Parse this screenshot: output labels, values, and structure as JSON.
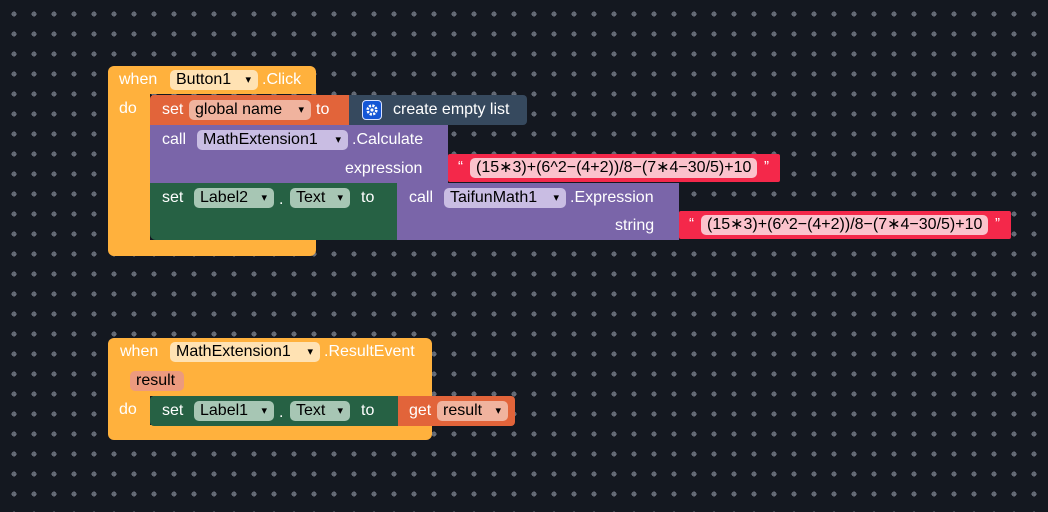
{
  "event1": {
    "when": "when",
    "component": "Button1",
    "event": ".Click",
    "do": "do",
    "set_global": {
      "set": "set",
      "variable": "global name",
      "to": "to",
      "value": "create empty list"
    },
    "call_math": {
      "call": "call",
      "component": "MathExtension1",
      "method": ".Calculate",
      "param": "expression",
      "value": "(15∗3)+(6^2−(4+2))/8−(7∗4−30/5)+10"
    },
    "set_label": {
      "set": "set",
      "component": "Label2",
      "dot": ".",
      "property": "Text",
      "to": "to",
      "call": "call",
      "call_component": "TaifunMath1",
      "method": ".Expression",
      "param": "string",
      "value": "(15∗3)+(6^2−(4+2))/8−(7∗4−30/5)+10"
    }
  },
  "event2": {
    "when": "when",
    "component": "MathExtension1",
    "event": ".ResultEvent",
    "param": "result",
    "do": "do",
    "set_label": {
      "set": "set",
      "component": "Label1",
      "dot": ".",
      "property": "Text",
      "to": "to",
      "get": "get",
      "variable": "result"
    }
  },
  "quote_open": "“",
  "quote_close": "”",
  "colors": {
    "event": "#ffb13d",
    "variable": "#e2643a",
    "list": "#36495e",
    "procedure": "#7a65a9",
    "component_set": "#266144",
    "text": "#f4284a"
  },
  "icons": {
    "mutator": "gear-icon",
    "dropdown": "chevron-down-icon"
  }
}
